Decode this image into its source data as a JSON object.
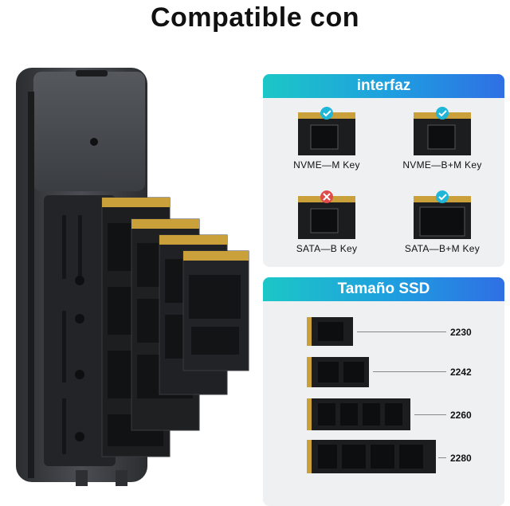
{
  "title": "Compatible con",
  "interface": {
    "heading": "interfaz",
    "cards": [
      {
        "label": "NVME—M Key",
        "status": "check"
      },
      {
        "label": "NVME—B+M Key",
        "status": "check"
      },
      {
        "label": "SATA—B Key",
        "status": "cross"
      },
      {
        "label": "SATA—B+M Key",
        "status": "check"
      }
    ]
  },
  "size": {
    "heading": "Tamaño SSD",
    "items": [
      {
        "label": "2230"
      },
      {
        "label": "2242"
      },
      {
        "label": "2260"
      },
      {
        "label": "2280"
      }
    ]
  },
  "colors": {
    "check": "#1fb6d8",
    "cross": "#e04a4a",
    "pcb": "#1c1d1f",
    "gold": "#c9a03a"
  }
}
